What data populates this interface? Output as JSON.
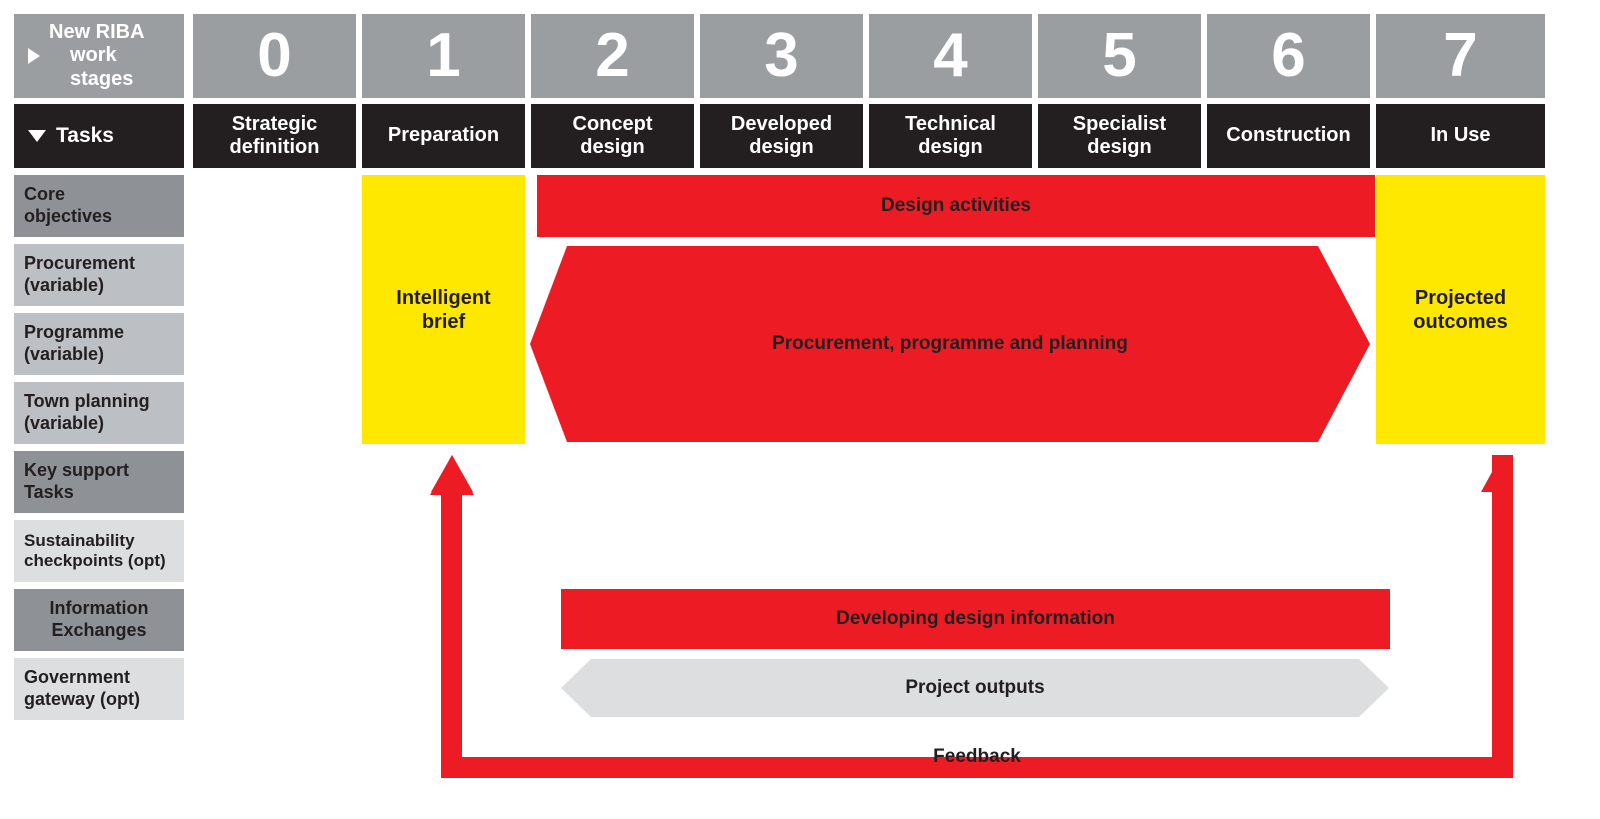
{
  "colors": {
    "red": "#ed1c24",
    "yellow": "#ffe800",
    "header_grey": "#9b9ea1",
    "header_black": "#231f20",
    "row_dark": "#8e9195",
    "row_mid": "#bcbfc3",
    "row_light": "#dcdee0",
    "grey_chevron": "#dcdee0"
  },
  "header": {
    "corner_top_label": "New RIBA\nwork stages",
    "corner_top_line1": "New RIBA",
    "corner_top_line2": "work stages",
    "corner_bottom_label": "Tasks",
    "expand_icon": "triangle-right-icon",
    "collapse_icon": "triangle-down-icon"
  },
  "stages": [
    {
      "number": "0",
      "name_line1": "Strategic",
      "name_line2": "definition"
    },
    {
      "number": "1",
      "name_line1": "Preparation",
      "name_line2": ""
    },
    {
      "number": "2",
      "name_line1": "Concept",
      "name_line2": "design"
    },
    {
      "number": "3",
      "name_line1": "Developed",
      "name_line2": "design"
    },
    {
      "number": "4",
      "name_line1": "Technical",
      "name_line2": "design"
    },
    {
      "number": "5",
      "name_line1": "Specialist",
      "name_line2": "design"
    },
    {
      "number": "6",
      "name_line1": "Construction",
      "name_line2": ""
    },
    {
      "number": "7",
      "name_line1": "In Use",
      "name_line2": ""
    }
  ],
  "tasks": [
    {
      "line1": "Core",
      "line2": "objectives",
      "shade": "dark"
    },
    {
      "line1": "Procurement",
      "line2": "(variable)",
      "shade": "mid"
    },
    {
      "line1": "Programme",
      "line2": "(variable)",
      "shade": "mid"
    },
    {
      "line1": "Town planning",
      "line2": "(variable)",
      "shade": "mid"
    },
    {
      "line1": "Key support",
      "line2": "Tasks",
      "shade": "dark"
    },
    {
      "line1": "Sustainability",
      "line2": "checkpoints (opt)",
      "shade": "light"
    },
    {
      "line1": "Information",
      "line2": "Exchanges",
      "shade": "dark"
    },
    {
      "line1": "Government",
      "line2": "gateway (opt)",
      "shade": "light"
    }
  ],
  "blocks": {
    "intelligent_brief": {
      "line1": "Intelligent",
      "line2": "brief",
      "stage": "1"
    },
    "projected_outcomes": {
      "line1": "Projected",
      "line2": "outcomes",
      "stage": "7"
    },
    "design_activities": {
      "label": "Design activities",
      "stages": "2-6"
    },
    "procurement_arrow": {
      "label": "Procurement, programme and planning",
      "stages": "2-6"
    },
    "developing_design": {
      "label": "Developing design information",
      "stages": "2-6"
    },
    "project_outputs": {
      "label": "Project outputs",
      "stages": "2-6"
    },
    "feedback": {
      "label": "Feedback",
      "stages": "1-7"
    }
  }
}
